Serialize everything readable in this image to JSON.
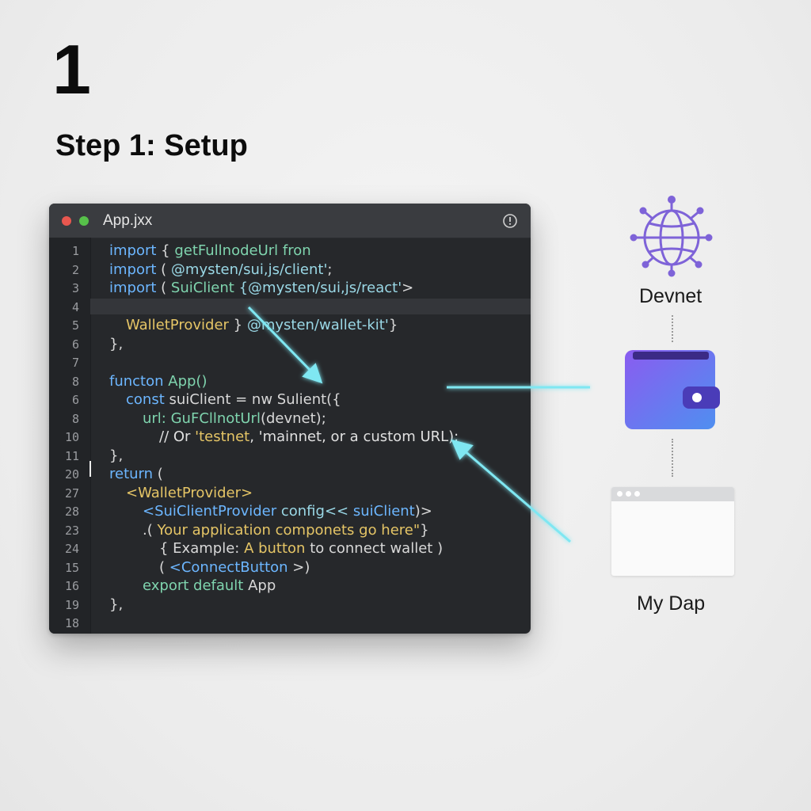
{
  "step": {
    "number": "1",
    "title": "Step 1: Setup"
  },
  "editor": {
    "filename": "App.jxx",
    "lines": [
      {
        "num": "1",
        "indent": 0,
        "tokens": [
          {
            "t": "import",
            "c": "k"
          },
          {
            "t": " { ",
            "c": "p"
          },
          {
            "t": "getFullnodeUrl",
            "c": "t"
          },
          {
            "t": " fron",
            "c": "t"
          }
        ]
      },
      {
        "num": "2",
        "indent": 0,
        "tokens": [
          {
            "t": "import",
            "c": "k"
          },
          {
            "t": " ( ",
            "c": "p"
          },
          {
            "t": "@mysten/sui,js/client'",
            "c": "s"
          },
          {
            "t": ";",
            "c": "p"
          }
        ]
      },
      {
        "num": "3",
        "indent": 0,
        "tokens": [
          {
            "t": "import",
            "c": "k"
          },
          {
            "t": " ( ",
            "c": "p"
          },
          {
            "t": "SuiClient",
            "c": "t"
          },
          {
            "t": " {@mysten/sui,js/react'",
            "c": "s"
          },
          {
            "t": ">",
            "c": "p"
          }
        ]
      },
      {
        "num": "4",
        "indent": 0,
        "tokens": []
      },
      {
        "num": "5",
        "indent": 1,
        "tokens": [
          {
            "t": "WalletProvider",
            "c": "y"
          },
          {
            "t": " } ",
            "c": "p"
          },
          {
            "t": "@mysten/wallet-kit'",
            "c": "s"
          },
          {
            "t": "}",
            "c": "p"
          }
        ]
      },
      {
        "num": "6",
        "indent": 0,
        "tokens": [
          {
            "t": "},",
            "c": "p"
          }
        ]
      },
      {
        "num": "7",
        "indent": 0,
        "tokens": []
      },
      {
        "num": "8",
        "indent": 0,
        "tokens": [
          {
            "t": "functon",
            "c": "k"
          },
          {
            "t": " App()",
            "c": "t"
          }
        ]
      },
      {
        "num": "6",
        "indent": 1,
        "tokens": [
          {
            "t": "const",
            "c": "k"
          },
          {
            "t": " suiClient = ",
            "c": "p"
          },
          {
            "t": "nw",
            "c": "p"
          },
          {
            "t": " Sulient({",
            "c": "p"
          }
        ]
      },
      {
        "num": "8",
        "indent": 2,
        "tokens": [
          {
            "t": "url: ",
            "c": "t"
          },
          {
            "t": "GuFCllnotUrl",
            "c": "t"
          },
          {
            "t": "(devnet);",
            "c": "p"
          }
        ]
      },
      {
        "num": "10",
        "indent": 3,
        "tokens": [
          {
            "t": "// Or ",
            "c": "cm"
          },
          {
            "t": "'testnet",
            "c": "y"
          },
          {
            "t": ", 'mainnet, or a custom URL);",
            "c": "cm"
          }
        ]
      },
      {
        "num": "11",
        "indent": 0,
        "tokens": [
          {
            "t": "},",
            "c": "p"
          }
        ]
      },
      {
        "num": "20",
        "indent": 0,
        "tokens": [
          {
            "t": "return",
            "c": "k"
          },
          {
            "t": " (",
            "c": "p"
          }
        ]
      },
      {
        "num": "27",
        "indent": 1,
        "tokens": [
          {
            "t": "<WalletProvider>",
            "c": "y"
          }
        ]
      },
      {
        "num": "28",
        "indent": 2,
        "tokens": [
          {
            "t": "<SuiClientProvider",
            "c": "k"
          },
          {
            "t": " config<< ",
            "c": "s"
          },
          {
            "t": "suiClient",
            "c": "k"
          },
          {
            "t": ")>",
            "c": "p"
          }
        ]
      },
      {
        "num": "23",
        "indent": 2,
        "tokens": [
          {
            "t": ".( ",
            "c": "p"
          },
          {
            "t": "Your application componets go here\"",
            "c": "y"
          },
          {
            "t": "}",
            "c": "p"
          }
        ]
      },
      {
        "num": "24",
        "indent": 3,
        "tokens": [
          {
            "t": "{ Example: ",
            "c": "p"
          },
          {
            "t": "A button",
            "c": "y"
          },
          {
            "t": " to connect wallet )",
            "c": "p"
          }
        ]
      },
      {
        "num": "15",
        "indent": 3,
        "tokens": [
          {
            "t": "( ",
            "c": "p"
          },
          {
            "t": "<ConnectButton",
            "c": "k"
          },
          {
            "t": " >)",
            "c": "p"
          }
        ]
      },
      {
        "num": "16",
        "indent": 2,
        "tokens": [
          {
            "t": "export default",
            "c": "t"
          },
          {
            "t": " App",
            "c": "p"
          }
        ]
      },
      {
        "num": "19",
        "indent": 0,
        "tokens": [
          {
            "t": "},",
            "c": "p"
          }
        ]
      },
      {
        "num": "18",
        "indent": 0,
        "tokens": []
      }
    ]
  },
  "diagram": {
    "network_label": "Devnet",
    "dapp_label": "My Dap"
  },
  "colors": {
    "accent_cyan": "#7fe7f2",
    "wallet_purple": "#7b5cf0",
    "wallet_blue": "#5a8ff0",
    "globe_purple": "#7e63d8"
  },
  "icons": [
    "info-icon",
    "globe-network-icon",
    "wallet-icon",
    "browser-window-icon"
  ]
}
